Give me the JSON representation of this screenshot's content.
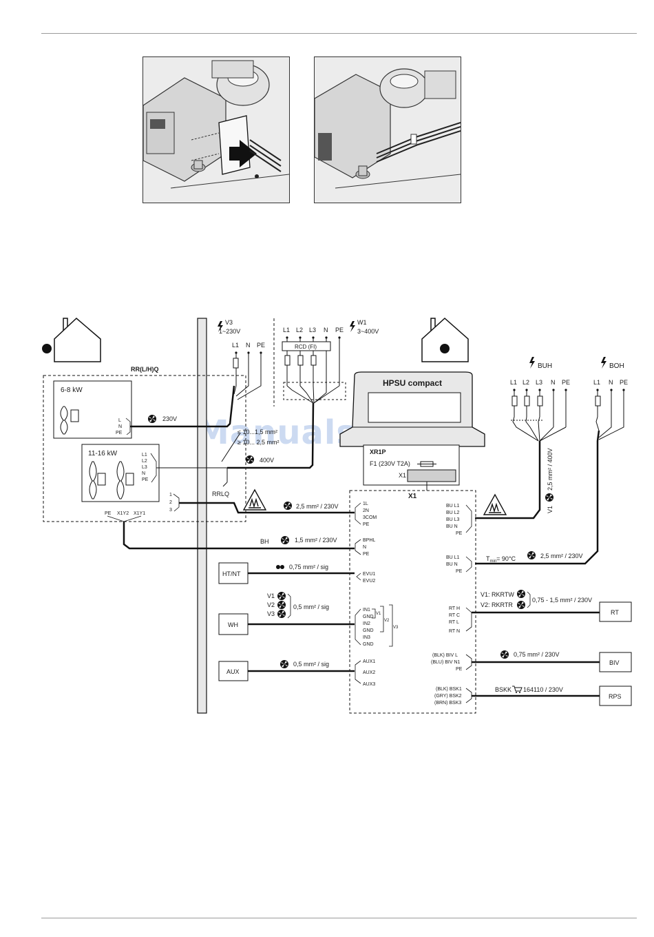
{
  "watermark": "ManualsLib.de",
  "house_left": {
    "label": "RR(L/H)Q"
  },
  "unit_small": {
    "label": "6-8 kW",
    "term": [
      "L",
      "N",
      "PE"
    ],
    "cable": "230V"
  },
  "unit_large": {
    "label": "11-16 kW",
    "term": [
      "L1",
      "L2",
      "L3",
      "N",
      "PE"
    ],
    "cable": "400V",
    "note1": "≤ 10...1,5 mm²",
    "note2": "≥ 10... 2,5 mm²"
  },
  "left_block_terms": [
    "1",
    "2",
    "3"
  ],
  "left_block_bottom": [
    "PE",
    "X1Y2",
    "X1Y1"
  ],
  "supply_v3": {
    "name": "V3",
    "spec": "1~230V",
    "terms": [
      "L1",
      "N",
      "PE"
    ]
  },
  "supply_w1": {
    "name": "W1",
    "spec": "3~400V",
    "terms": [
      "L1",
      "L2",
      "L3",
      "N",
      "PE"
    ],
    "rcd": "RCD (FI)"
  },
  "hpsu": {
    "title": "HPSU compact",
    "xr1p": "XR1P",
    "fuse": "F1 (230V T2A)",
    "x1": "X1",
    "x1_main": "X1"
  },
  "buh": {
    "name": "BUH",
    "terms": [
      "L1",
      "L2",
      "L3",
      "N",
      "PE"
    ],
    "cable": "V1",
    "cable_spec": "2,5 mm² / 400V"
  },
  "boh": {
    "name": "BOH",
    "terms": [
      "L1",
      "N",
      "PE"
    ]
  },
  "rrlq": {
    "name": "RRLQ",
    "cable": "2,5 mm² / 230V",
    "terms": [
      "1L",
      "2N",
      "3COM",
      "PE"
    ]
  },
  "bh": {
    "name": "BH",
    "cable": "1,5 mm² / 230V",
    "terms": [
      "BPHL",
      "N",
      "PE"
    ]
  },
  "htnt": {
    "name": "HT/NT",
    "cable": "0,75 mm² / sig",
    "terms": [
      "EVU1",
      "EVU2"
    ]
  },
  "wh": {
    "name": "WH",
    "variants": [
      "V1",
      "V2",
      "V3"
    ],
    "cable": "0,5 mm² / sig",
    "terms": [
      "IN1",
      "GND",
      "IN2",
      "GND",
      "IN3",
      "GND"
    ],
    "bracket1": "V1",
    "bracket2": "V2",
    "bracket3": "V3"
  },
  "aux": {
    "name": "AUX",
    "cable": "0,5 mm² / sig",
    "terms": [
      "AUX1",
      "AUX2",
      "AUX3"
    ]
  },
  "right_buh_terms": [
    "BU L1",
    "BU L2",
    "BU L3",
    "BU  N",
    "PE"
  ],
  "right_boh_terms": [
    "BU L1",
    "BU  N",
    "PE"
  ],
  "tmin": {
    "label": "T",
    "sub": "min",
    "value": "= 90°C",
    "cable": "2,5 mm² / 230V"
  },
  "rt": {
    "name": "RT",
    "v1": "V1: RKRTW",
    "v2": "V2: RKRTR",
    "cable": "0,75 - 1,5 mm² / 230V",
    "terms": [
      "RT  H",
      "RT  C",
      "RT  L",
      "RT  N"
    ]
  },
  "biv": {
    "name": "BIV",
    "cable": "0,75 mm² / 230V",
    "terms": [
      "(BLK) BIV  L",
      "(BLU) BIV  N1",
      "PE"
    ]
  },
  "rps": {
    "name": "RPS",
    "cable_name": "BSKK",
    "cable": "164110 / 230V",
    "terms": [
      "(BLK) BSK1",
      "(GRY) BSK2",
      "(BRN) BSK3"
    ]
  }
}
